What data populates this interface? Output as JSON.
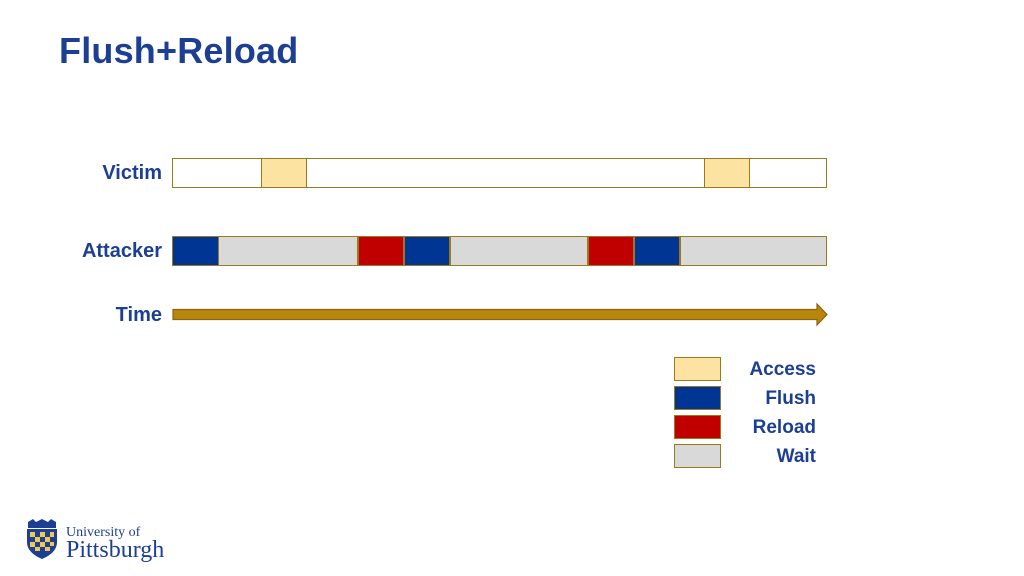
{
  "title": "Flush+Reload",
  "rows": {
    "victim": "Victim",
    "attacker": "Attacker",
    "time": "Time"
  },
  "legend": [
    {
      "label": "Access",
      "color": "#fde3a1"
    },
    {
      "label": "Flush",
      "color": "#003594"
    },
    {
      "label": "Reload",
      "color": "#c00000"
    },
    {
      "label": "Wait",
      "color": "#d9d9d9"
    }
  ],
  "logo": {
    "line1": "University of",
    "line2": "Pittsburgh"
  }
}
